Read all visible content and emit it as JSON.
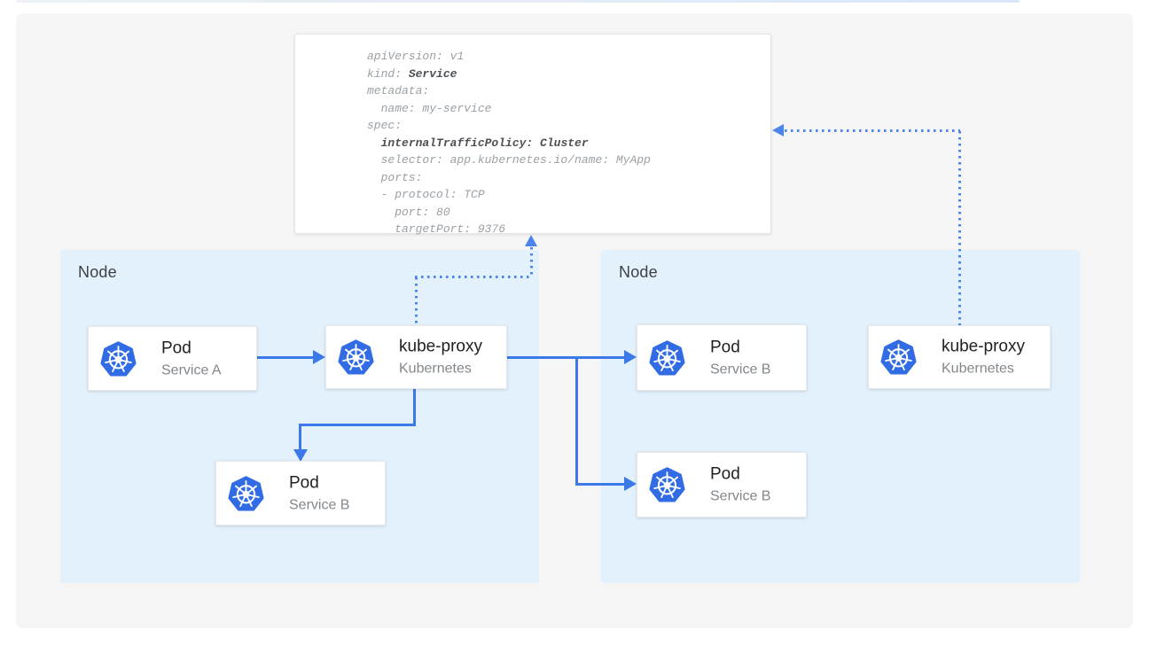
{
  "colors": {
    "panel_bg": "#F5F5F6",
    "node_bg": "#E3F1FC",
    "solid_arrow": "#3B78E8",
    "dotted_arrow": "#4C84EC",
    "kubernetes_blue": "#326CE5",
    "card_title": "#202124",
    "card_subtitle": "#82878C",
    "node_label": "#3C4043",
    "yaml_text": "#9AA0A6",
    "yaml_bold": "#4D5156"
  },
  "yaml": {
    "lines": [
      [
        {
          "t": "apiVersion: v1"
        }
      ],
      [
        {
          "t": "kind: "
        },
        {
          "t": "Service",
          "b": true
        }
      ],
      [
        {
          "t": "metadata:"
        }
      ],
      [
        {
          "t": "  name: my-service"
        }
      ],
      [
        {
          "t": "spec:"
        }
      ],
      [
        {
          "t": "  "
        },
        {
          "t": "internalTrafficPolicy: Cluster",
          "b": true
        }
      ],
      [
        {
          "t": "  selector: app.kubernetes.io/name: MyApp"
        }
      ],
      [
        {
          "t": "  ports:"
        }
      ],
      [
        {
          "t": "  - protocol: TCP"
        }
      ],
      [
        {
          "t": "    port: 80"
        }
      ],
      [
        {
          "t": "    targetPort: 9376"
        }
      ]
    ]
  },
  "nodes": {
    "left": {
      "label": "Node"
    },
    "right": {
      "label": "Node"
    }
  },
  "cards": {
    "pod_a": {
      "title": "Pod",
      "subtitle": "Service A"
    },
    "kube_proxy_left": {
      "title": "kube-proxy",
      "subtitle": "Kubernetes"
    },
    "pod_b_left": {
      "title": "Pod",
      "subtitle": "Service B"
    },
    "pod_b_right_top": {
      "title": "Pod",
      "subtitle": "Service B"
    },
    "pod_b_right_bot": {
      "title": "Pod",
      "subtitle": "Service B"
    },
    "kube_proxy_right": {
      "title": "kube-proxy",
      "subtitle": "Kubernetes"
    }
  }
}
